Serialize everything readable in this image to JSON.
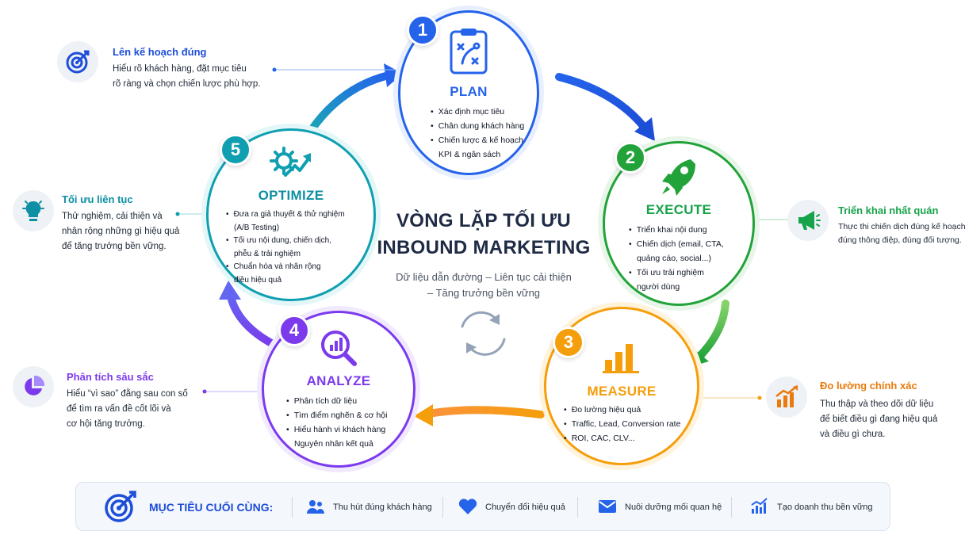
{
  "title": {
    "line1": "VÒNG LẶP TỐI ƯU",
    "line2": "INBOUND MARKETING"
  },
  "subtitle": {
    "line1": "Dữ liệu dẫn đường – Liên tục cải thiện",
    "line2": "– Tăng trưởng bền vững"
  },
  "steps": [
    {
      "num": "1",
      "title": "PLAN",
      "color": "#2563eb",
      "icon": "clipboard-strategy-icon",
      "items": [
        "Xác định mục tiêu",
        "Chân dung khách hàng",
        "Chiến lược & kế hoạch",
        "KPI & ngân sách"
      ]
    },
    {
      "num": "2",
      "title": "EXECUTE",
      "color": "#22a33a",
      "icon": "rocket-icon",
      "items": [
        "Triển khai nội dung",
        "Chiến dịch (email, CTA,",
        "quảng cáo, social...)",
        "Tối ưu trải nghiệm",
        "người dùng"
      ]
    },
    {
      "num": "3",
      "title": "MEASURE",
      "color": "#f59e0b",
      "icon": "bar-chart-icon",
      "items": [
        "Đo lường hiệu quả",
        "Traffic, Lead, Conversion rate",
        "ROI, CAC, CLV..."
      ]
    },
    {
      "num": "4",
      "title": "ANALYZE",
      "color": "#7c3aed",
      "icon": "magnifier-chart-icon",
      "items": [
        "Phân tích dữ liệu",
        "Tìm điểm nghẽn & cơ hội",
        "Hiểu hành vi khách hàng",
        "Nguyên nhân kết quả"
      ]
    },
    {
      "num": "5",
      "title": "OPTIMIZE",
      "color": "#0f9fb0",
      "icon": "gear-growth-icon",
      "items": [
        "Đưa ra giả thuyết & thử nghiệm",
        "(A/B Testing)",
        "Tối ưu nội dung, chiến dịch,",
        "phễu & trải nghiệm",
        "Chuẩn hóa và nhân rộng",
        "điều hiệu quả"
      ]
    }
  ],
  "notes": [
    {
      "head": "Lên kế hoạch đúng",
      "color": "#1d4ed8",
      "icon": "target-icon",
      "lines": [
        "Hiểu rõ khách hàng, đặt mục tiêu",
        "rõ ràng và chọn chiến lược phù hợp."
      ]
    },
    {
      "head": "Triển khai nhất quán",
      "color": "#16a34a",
      "icon": "megaphone-icon",
      "lines": [
        "Thực thi chiến dịch đúng kế hoạch,",
        "đúng thông điệp, đúng đối tượng."
      ]
    },
    {
      "head": "Đo lường chính xác",
      "color": "#ea7a0c",
      "icon": "growth-chart-icon",
      "lines": [
        "Thu thập và theo dõi dữ liệu",
        "để biết điều gì đang hiệu quả",
        "và điều gì chưa."
      ]
    },
    {
      "head": "Phân tích sâu sắc",
      "color": "#7c3aed",
      "icon": "pie-chart-icon",
      "lines": [
        "Hiểu “vì sao” đằng sau con số",
        "để tìm ra vấn đề cốt lõi và",
        "cơ hội tăng trưởng."
      ]
    },
    {
      "head": "Tối ưu liên tục",
      "color": "#0e8fa3",
      "icon": "lightbulb-icon",
      "lines": [
        "Thử nghiệm, cải thiện và",
        "nhân rộng những gì hiệu quả",
        "để tăng trưởng bền vững."
      ]
    }
  ],
  "goals": {
    "label": "MỤC TIÊU CUỐI CÙNG:",
    "items": [
      {
        "text": "Thu hút đúng khách hàng",
        "icon": "users-icon"
      },
      {
        "text": "Chuyển đổi hiệu quả",
        "icon": "heart-icon"
      },
      {
        "text": "Nuôi dưỡng mối quan hệ",
        "icon": "mail-icon"
      },
      {
        "text": "Tạo doanh thu bền vững",
        "icon": "revenue-chart-icon"
      }
    ]
  }
}
